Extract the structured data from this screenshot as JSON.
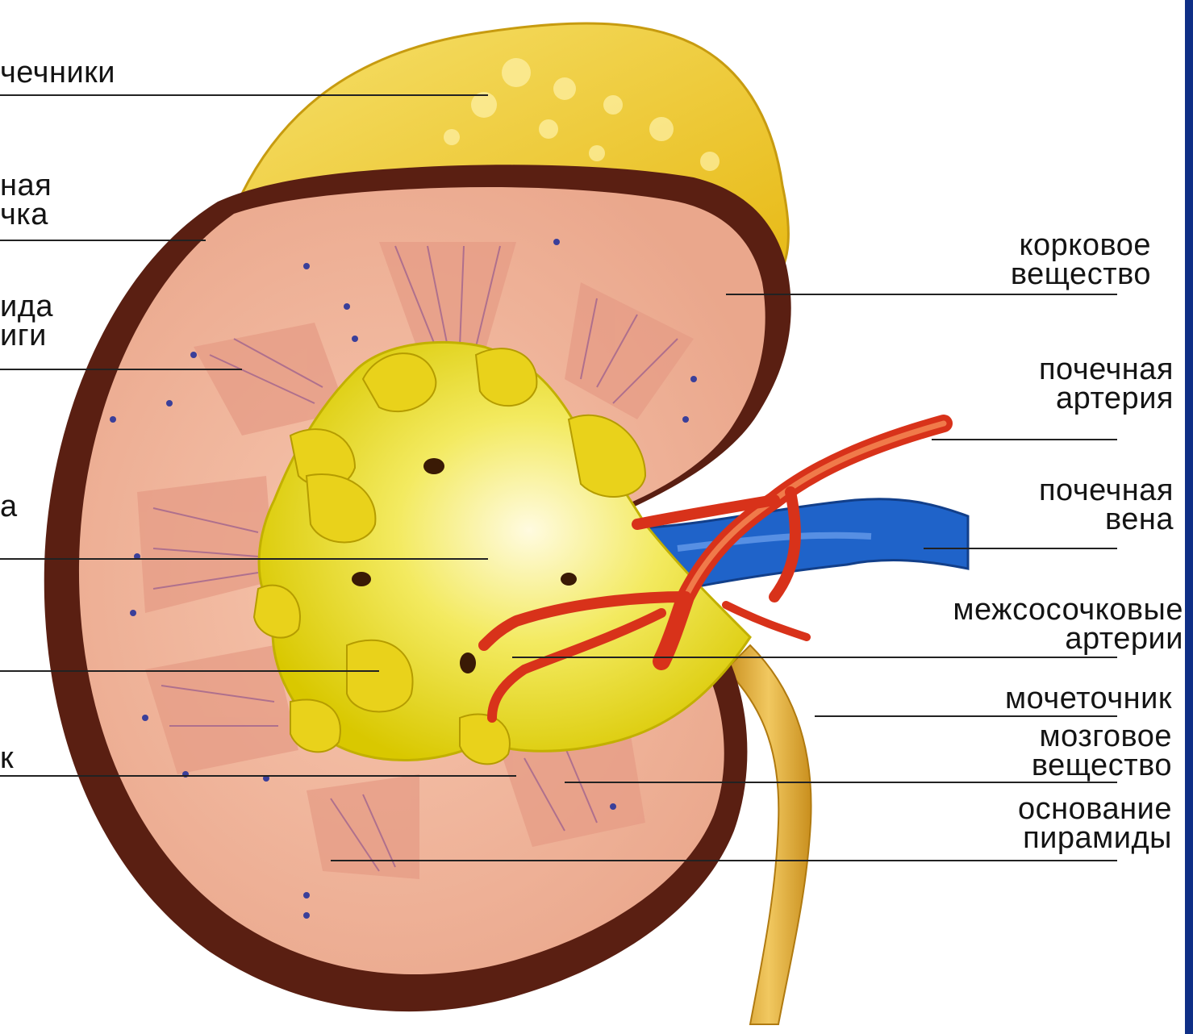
{
  "colors": {
    "edge_bar": "#0f2f86",
    "cortex": "#f2b49a",
    "capsule_dark": "#5a1f12",
    "pelvis_yellow": "#f0e000",
    "adrenal_yellow": "#f2d230",
    "artery_red": "#d8321a",
    "vein_blue": "#1f63c9",
    "ureter": "#e3b23a"
  },
  "labels_right": [
    {
      "id": "cortex",
      "lines": [
        "корковое",
        "вещество"
      ]
    },
    {
      "id": "renal-artery",
      "lines": [
        "почечная",
        "артерия"
      ]
    },
    {
      "id": "renal-vein",
      "lines": [
        "почечная",
        "вена"
      ]
    },
    {
      "id": "interlobar-arteries",
      "lines": [
        "межсосочковые",
        "артерии"
      ]
    },
    {
      "id": "ureter",
      "lines": [
        "мочеточник"
      ]
    },
    {
      "id": "medulla",
      "lines": [
        "мозговое",
        "вещество"
      ]
    },
    {
      "id": "pyramid-base",
      "lines": [
        "основание",
        "пирамиды"
      ]
    }
  ],
  "labels_left": [
    {
      "id": "adrenal-fragment",
      "lines": [
        "чечники"
      ]
    },
    {
      "id": "capsule-fragment",
      "lines": [
        "ная",
        "чка"
      ]
    },
    {
      "id": "pyramid-fragment",
      "lines": [
        "ида",
        "иги"
      ]
    },
    {
      "id": "left-fragment-4",
      "lines": [
        "а"
      ]
    },
    {
      "id": "left-fragment-5",
      "lines": [
        "к"
      ]
    }
  ]
}
